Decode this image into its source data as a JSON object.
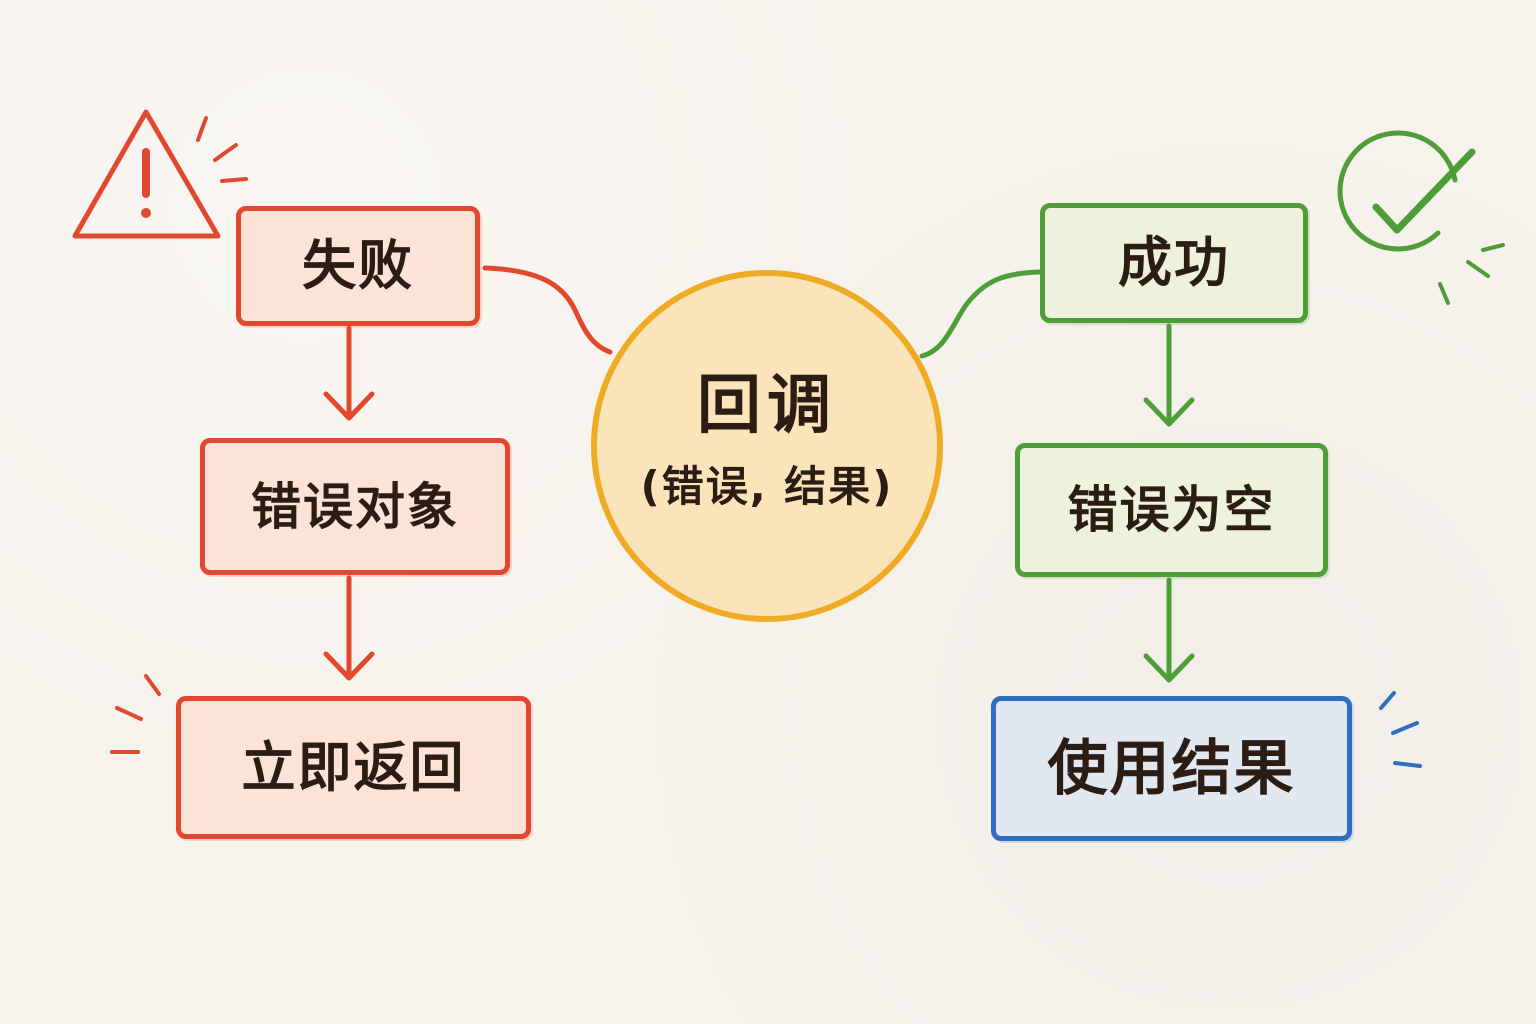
{
  "center": {
    "title": "回调",
    "subtitle": "(错误, 结果)"
  },
  "left": {
    "title": "失败",
    "step1": "错误对象",
    "step2": "立即返回"
  },
  "right": {
    "title": "成功",
    "step1": "错误为空",
    "step2": "使用结果"
  },
  "icons": {
    "warning": "warning-icon",
    "success": "check-circle-icon"
  },
  "colors": {
    "red": "#e2482f",
    "green": "#4f9d38",
    "blue": "#2f6fc0",
    "yellow": "#f0ab25"
  }
}
